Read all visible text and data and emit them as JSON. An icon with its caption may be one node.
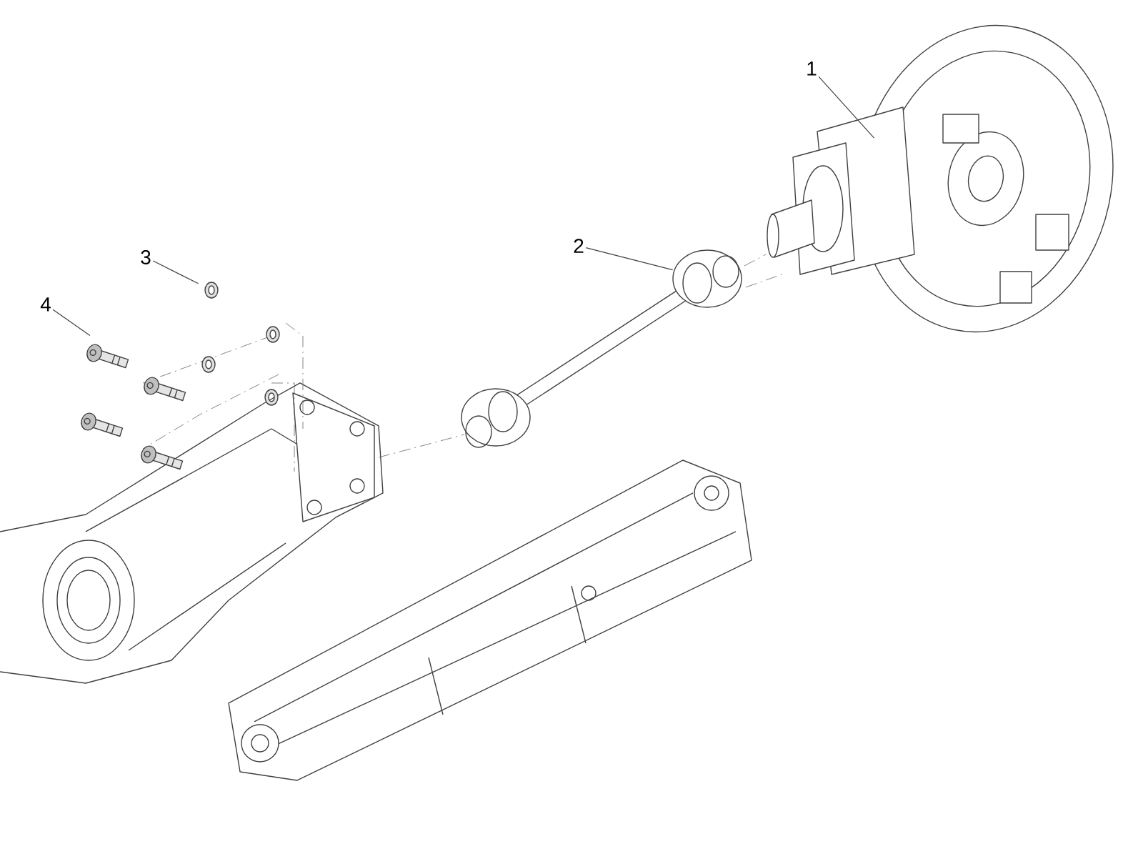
{
  "diagram": {
    "nodes": [
      {
        "text": [
          "1"
        ]
      },
      {
        "text": [],
        "shape": "picture"
      },
      {
        "text": [
          "2"
        ]
      },
      {
        "text": [],
        "shape": "picture"
      },
      {
        "text": [
          "3"
        ]
      },
      {
        "text": [],
        "shape": "picture"
      },
      {
        "text": [
          "4"
        ]
      },
      {
        "text": [],
        "shape": "picture"
      }
    ],
    "edges": [
      {
        "from": 0,
        "to": 1,
        "arrow": "none"
      },
      {
        "from": 2,
        "to": 3,
        "arrow": "none"
      },
      {
        "from": 4,
        "to": 5,
        "arrow": "none"
      },
      {
        "from": 6,
        "to": 7,
        "arrow": "none"
      }
    ]
  }
}
